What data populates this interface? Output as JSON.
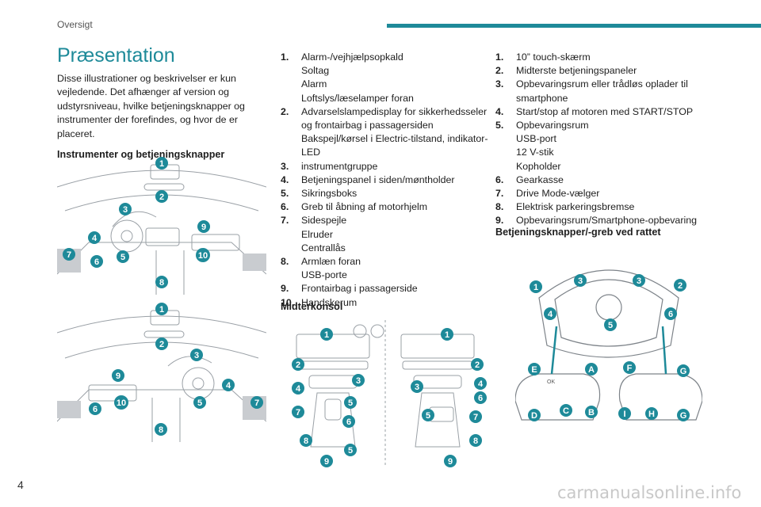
{
  "header": {
    "section": "Oversigt",
    "accent": "#1e8a99"
  },
  "page_number": "4",
  "watermark": "carmanualsonline.info",
  "title": "Præsentation",
  "intro": "Disse illustrationer og beskrivelser er kun vejledende. Det afhænger af version og udstyrsniveau, hvilke betjeningsknapper og instrumenter der forefindes, og hvor de er placeret.",
  "section_instruments": "Instrumenter og betjeningsknapper",
  "section_console": "Midterkonsol",
  "section_wheel": "Betjeningsknapper/-greb ved rattet",
  "list1": [
    {
      "num": "1.",
      "lines": [
        "Alarm-/vejhjælpsopkald",
        "Soltag",
        "Alarm",
        "Loftslys/læselamper foran"
      ]
    },
    {
      "num": "2.",
      "lines": [
        "Advarselslampedisplay for sikkerhedsseler og frontairbag i passagersiden",
        "Bakspejl/kørsel i Electric-tilstand, indikator-LED"
      ]
    },
    {
      "num": "3.",
      "lines": [
        "instrumentgruppe"
      ]
    },
    {
      "num": "4.",
      "lines": [
        "Betjeningspanel i siden/møntholder"
      ]
    },
    {
      "num": "5.",
      "lines": [
        "Sikringsboks"
      ]
    },
    {
      "num": "6.",
      "lines": [
        "Greb til åbning af motorhjelm"
      ]
    },
    {
      "num": "7.",
      "lines": [
        "Sidespejle",
        "Elruder",
        "Centrallås"
      ]
    },
    {
      "num": "8.",
      "lines": [
        "Armlæn foran",
        "USB-porte"
      ]
    },
    {
      "num": "9.",
      "lines": [
        "Frontairbag i passagerside"
      ]
    },
    {
      "num": "10.",
      "lines": [
        "Handskerum"
      ]
    }
  ],
  "list2": [
    {
      "num": "1.",
      "lines": [
        "10” touch-skærm"
      ]
    },
    {
      "num": "2.",
      "lines": [
        "Midterste betjeningspaneler"
      ]
    },
    {
      "num": "3.",
      "lines": [
        "Opbevaringsrum eller trådløs oplader til smartphone"
      ]
    },
    {
      "num": "4.",
      "lines": [
        "Start/stop af motoren med START/STOP"
      ]
    },
    {
      "num": "5.",
      "lines": [
        "Opbevaringsrum",
        "USB-port",
        "12 V-stik",
        "Kopholder"
      ]
    },
    {
      "num": "6.",
      "lines": [
        "Gearkasse"
      ]
    },
    {
      "num": "7.",
      "lines": [
        "Drive Mode-vælger"
      ]
    },
    {
      "num": "8.",
      "lines": [
        "Elektrisk parkeringsbremse"
      ]
    },
    {
      "num": "9.",
      "lines": [
        "Opbevaringsrum/Smartphone-opbevaring"
      ]
    }
  ],
  "callouts": {
    "dash_lhd": [
      "1",
      "2",
      "3",
      "4",
      "5",
      "6",
      "7",
      "8",
      "9",
      "10"
    ],
    "dash_rhd": [
      "1",
      "2",
      "3",
      "4",
      "5",
      "6",
      "7",
      "8",
      "9",
      "10"
    ],
    "console_left": [
      "1",
      "2",
      "3",
      "4",
      "5",
      "5",
      "6",
      "7",
      "8",
      "9"
    ],
    "console_right": [
      "1",
      "2",
      "3",
      "4",
      "5",
      "6",
      "7",
      "8",
      "9"
    ],
    "wheel_numbers": [
      "1",
      "2",
      "3",
      "3",
      "4",
      "5",
      "6"
    ],
    "wheel_letters": [
      "A",
      "B",
      "C",
      "D",
      "E",
      "F",
      "G",
      "G",
      "H",
      "I"
    ],
    "wheel_button_text": "OK"
  }
}
